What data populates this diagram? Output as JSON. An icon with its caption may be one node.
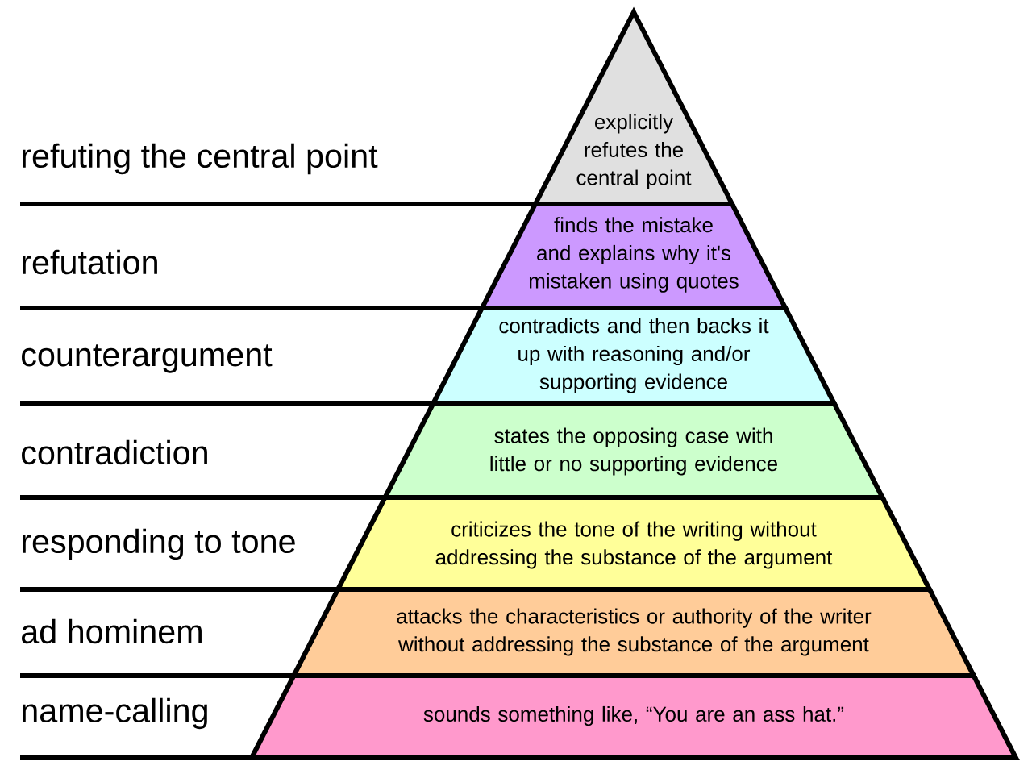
{
  "diagram": {
    "nodes": [
      {
        "text": [
          "explicitly refutes the central point"
        ]
      },
      {
        "text": [
          "finds the mistake and explains why it's mistaken using quotes"
        ]
      },
      {
        "text": [
          "contradicts and then backs it up with reasoning and/or supporting evidence"
        ]
      },
      {
        "text": [
          "states the opposing case with little or no supporting evidence"
        ]
      },
      {
        "text": [
          "criticizes the tone of the writing without addressing the substance of the argument"
        ]
      },
      {
        "text": [
          "attacks the characteristics or authority of the writer without addressing the substance of the argument"
        ]
      },
      {
        "text": [
          "sounds something like, “You are an ass hat.”"
        ]
      }
    ],
    "labels": [
      "refuting the central point",
      "refutation",
      "counterargument",
      "contradiction",
      "responding to tone",
      "ad hominem",
      "name-calling"
    ]
  }
}
